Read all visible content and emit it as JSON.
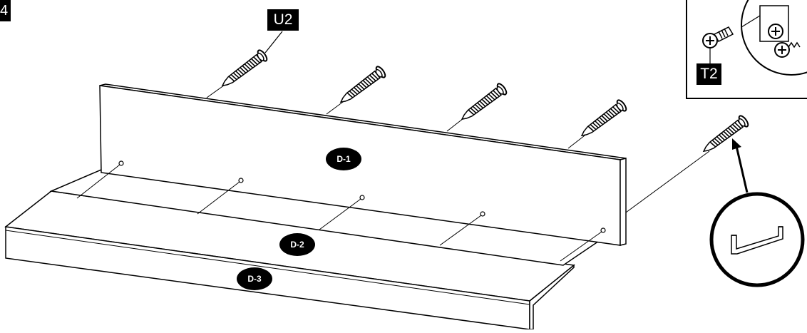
{
  "step": {
    "number": "4"
  },
  "hardware": {
    "screw_label": "U2",
    "inset_label": "T2",
    "tool": "allen-key-icon"
  },
  "parts": {
    "d1": "D-1",
    "d2": "D-2",
    "d3": "D-3"
  },
  "colors": {
    "ink": "#000000",
    "paper": "#ffffff"
  }
}
